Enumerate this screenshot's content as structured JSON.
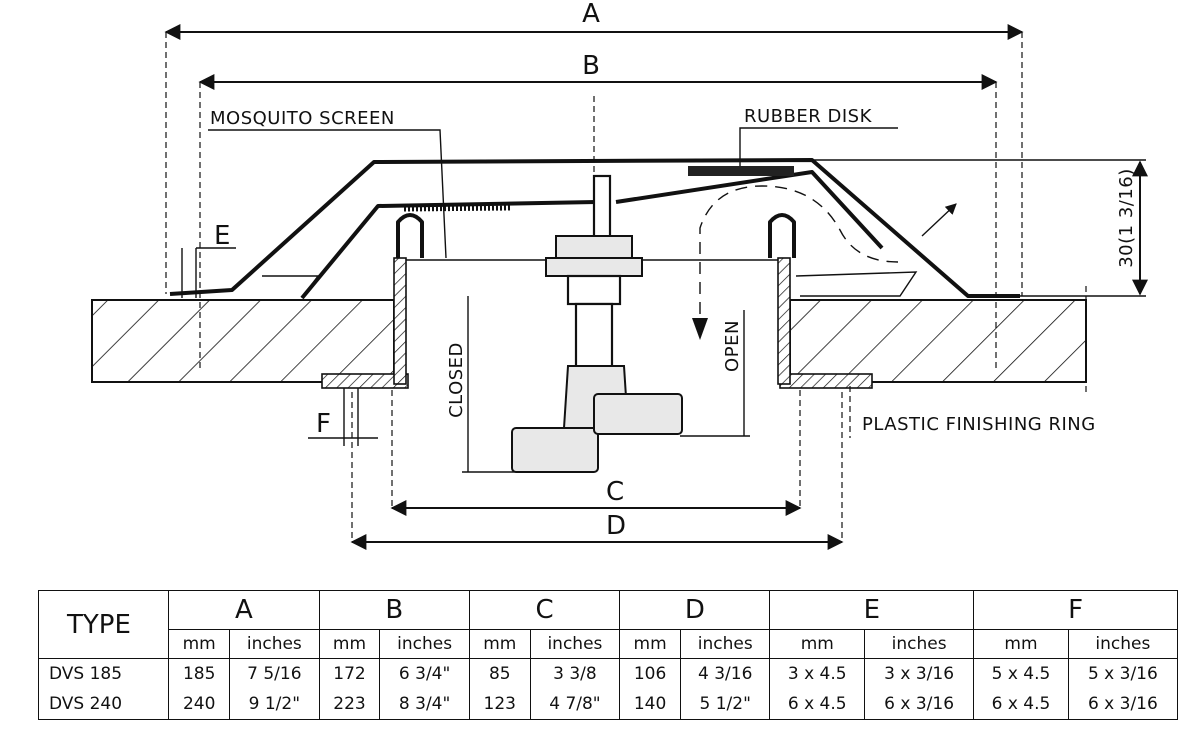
{
  "drawing": {
    "dimension_labels": {
      "a": "A",
      "b": "B",
      "c": "C",
      "d": "D",
      "e": "E",
      "f": "F"
    },
    "callouts": {
      "mosquito_screen": "MOSQUITO SCREEN",
      "rubber_disk": "RUBBER DISK",
      "plastic_finishing_ring": "PLASTIC FINISHING RING",
      "closed": "CLOSED",
      "open": "OPEN",
      "height": "30(1 3/16)"
    }
  },
  "table": {
    "type_header": "TYPE",
    "groups": [
      "A",
      "B",
      "C",
      "D",
      "E",
      "F"
    ],
    "unit_headers": [
      "mm",
      "inches"
    ],
    "rows": [
      {
        "type": "DVS 185",
        "cells": [
          "185",
          "7 5/16",
          "172",
          "6 3/4\"",
          "85",
          "3 3/8",
          "106",
          "4 3/16",
          "3 x 4.5",
          "3 x 3/16",
          "5 x 4.5",
          "5 x 3/16"
        ]
      },
      {
        "type": "DVS 240",
        "cells": [
          "240",
          "9 1/2\"",
          "223",
          "8 3/4\"",
          "123",
          "4 7/8\"",
          "140",
          "5 1/2\"",
          "6 x 4.5",
          "6 x 3/16",
          "6 x 4.5",
          "6 x 3/16"
        ]
      }
    ]
  }
}
